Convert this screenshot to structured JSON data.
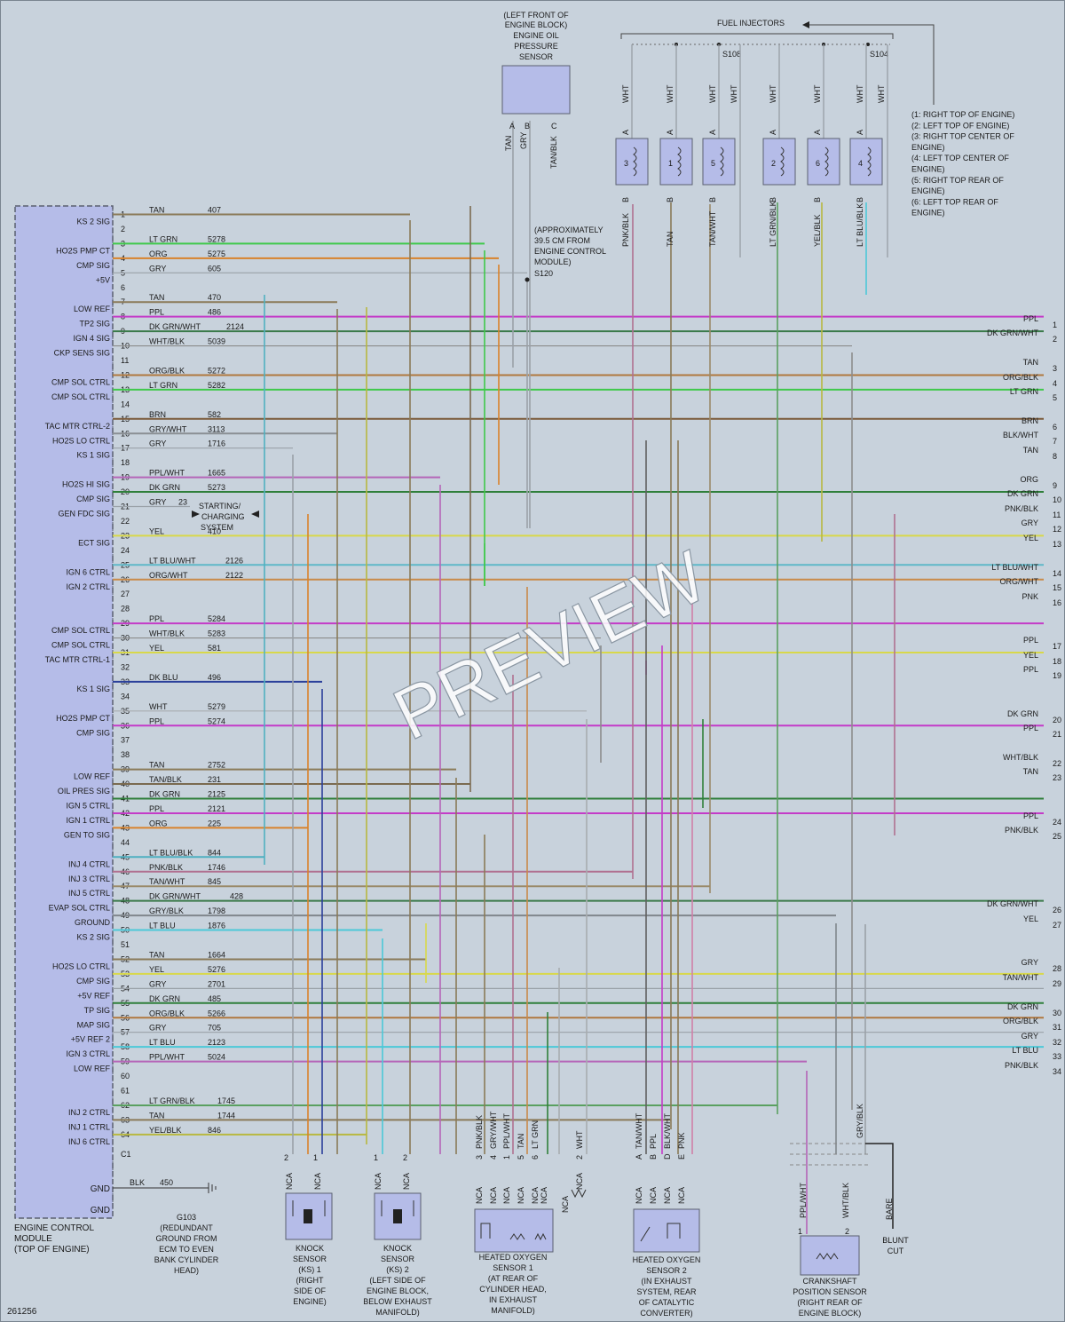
{
  "diagram_id": "261256",
  "watermark": "PREVIEW",
  "ecm": {
    "label_lines": [
      "ENGINE CONTROL",
      "MODULE",
      "(TOP OF ENGINE)"
    ],
    "pin_labels": [
      {
        "pin": 1,
        "label": "KS 2 SIG"
      },
      {
        "pin": 3,
        "label": "HO2S PMP CT"
      },
      {
        "pin": 4,
        "label": "CMP SIG"
      },
      {
        "pin": 5,
        "label": "+5V"
      },
      {
        "pin": 7,
        "label": "LOW REF"
      },
      {
        "pin": 8,
        "label": "TP2 SIG"
      },
      {
        "pin": 9,
        "label": "IGN 4 SIG"
      },
      {
        "pin": 10,
        "label": "CKP SENS SIG"
      },
      {
        "pin": 12,
        "label": "CMP SOL CTRL"
      },
      {
        "pin": 13,
        "label": "CMP SOL CTRL"
      },
      {
        "pin": 15,
        "label": "TAC MTR CTRL-2"
      },
      {
        "pin": 16,
        "label": "HO2S LO CTRL"
      },
      {
        "pin": 17,
        "label": "KS 1 SIG"
      },
      {
        "pin": 19,
        "label": "HO2S HI SIG"
      },
      {
        "pin": 20,
        "label": "CMP SIG"
      },
      {
        "pin": 21,
        "label": "GEN FDC SIG"
      },
      {
        "pin": 23,
        "label": "ECT SIG"
      },
      {
        "pin": 25,
        "label": "IGN 6 CTRL"
      },
      {
        "pin": 26,
        "label": "IGN 2 CTRL"
      },
      {
        "pin": 29,
        "label": "CMP SOL CTRL"
      },
      {
        "pin": 30,
        "label": "CMP SOL CTRL"
      },
      {
        "pin": 31,
        "label": "TAC MTR CTRL-1"
      },
      {
        "pin": 33,
        "label": "KS 1 SIG"
      },
      {
        "pin": 35,
        "label": "HO2S PMP CT"
      },
      {
        "pin": 36,
        "label": "CMP SIG"
      },
      {
        "pin": 39,
        "label": "LOW REF"
      },
      {
        "pin": 40,
        "label": "OIL PRES SIG"
      },
      {
        "pin": 41,
        "label": "IGN 5 CTRL"
      },
      {
        "pin": 42,
        "label": "IGN 1 CTRL"
      },
      {
        "pin": 43,
        "label": "GEN TO SIG"
      },
      {
        "pin": 45,
        "label": "INJ 4 CTRL"
      },
      {
        "pin": 46,
        "label": "INJ 3 CTRL"
      },
      {
        "pin": 47,
        "label": "INJ 5 CTRL"
      },
      {
        "pin": 48,
        "label": "EVAP SOL CTRL"
      },
      {
        "pin": 49,
        "label": "GROUND"
      },
      {
        "pin": 50,
        "label": "KS 2 SIG"
      },
      {
        "pin": 52,
        "label": "HO2S LO CTRL"
      },
      {
        "pin": 53,
        "label": "CMP SIG"
      },
      {
        "pin": 54,
        "label": "+5V REF"
      },
      {
        "pin": 55,
        "label": "TP SIG"
      },
      {
        "pin": 56,
        "label": "MAP SIG"
      },
      {
        "pin": 57,
        "label": "+5V REF 2"
      },
      {
        "pin": 58,
        "label": "IGN 3 CTRL"
      },
      {
        "pin": 59,
        "label": "LOW REF"
      },
      {
        "pin": 62,
        "label": "INJ 2 CTRL"
      },
      {
        "pin": 63,
        "label": "INJ 1 CTRL"
      },
      {
        "pin": 64,
        "label": "INJ 6 CTRL"
      }
    ],
    "connector_label": "C1",
    "gnd_labels": [
      "GND",
      "GND"
    ]
  },
  "wires": [
    {
      "pin": 1,
      "color": "TAN",
      "circuit": "407",
      "hex": "#8a7a58"
    },
    {
      "pin": 2,
      "color": "",
      "circuit": "",
      "hex": ""
    },
    {
      "pin": 3,
      "color": "LT GRN",
      "circuit": "5278",
      "hex": "#3fc94a"
    },
    {
      "pin": 4,
      "color": "ORG",
      "circuit": "5275",
      "hex": "#d9822b"
    },
    {
      "pin": 5,
      "color": "GRY",
      "circuit": "605",
      "hex": "#9aa1a8"
    },
    {
      "pin": 6,
      "color": "",
      "circuit": "",
      "hex": ""
    },
    {
      "pin": 7,
      "color": "TAN",
      "circuit": "470",
      "hex": "#8a7a58"
    },
    {
      "pin": 8,
      "color": "PPL",
      "circuit": "486",
      "hex": "#c43bc8"
    },
    {
      "pin": 9,
      "color": "DK GRN/WHT",
      "circuit": "2124",
      "hex": "#3a7a4a"
    },
    {
      "pin": 10,
      "color": "WHT/BLK",
      "circuit": "5039",
      "hex": "#8c8c8c"
    },
    {
      "pin": 11,
      "color": "",
      "circuit": "",
      "hex": ""
    },
    {
      "pin": 12,
      "color": "ORG/BLK",
      "circuit": "5272",
      "hex": "#b0783e"
    },
    {
      "pin": 13,
      "color": "LT GRN",
      "circuit": "5282",
      "hex": "#3fc94a"
    },
    {
      "pin": 14,
      "color": "",
      "circuit": "",
      "hex": ""
    },
    {
      "pin": 15,
      "color": "BRN",
      "circuit": "582",
      "hex": "#7a5a3a"
    },
    {
      "pin": 16,
      "color": "GRY/WHT",
      "circuit": "3113",
      "hex": "#8a8f94"
    },
    {
      "pin": 17,
      "color": "GRY",
      "circuit": "1716",
      "hex": "#9aa1a8"
    },
    {
      "pin": 18,
      "color": "",
      "circuit": "",
      "hex": ""
    },
    {
      "pin": 19,
      "color": "PPL/WHT",
      "circuit": "1665",
      "hex": "#b565b8"
    },
    {
      "pin": 20,
      "color": "DK GRN",
      "circuit": "5273",
      "hex": "#2f7f3a"
    },
    {
      "pin": 21,
      "color": "GRY",
      "circuit": "23",
      "hex": "#9aa1a8"
    },
    {
      "pin": 22,
      "color": "",
      "circuit": "",
      "hex": ""
    },
    {
      "pin": 23,
      "color": "YEL",
      "circuit": "410",
      "hex": "#d8d84a"
    },
    {
      "pin": 24,
      "color": "",
      "circuit": "",
      "hex": ""
    },
    {
      "pin": 25,
      "color": "LT BLU/WHT",
      "circuit": "2126",
      "hex": "#5fb8c8"
    },
    {
      "pin": 26,
      "color": "ORG/WHT",
      "circuit": "2122",
      "hex": "#c98a4a"
    },
    {
      "pin": 27,
      "color": "",
      "circuit": "",
      "hex": ""
    },
    {
      "pin": 28,
      "color": "",
      "circuit": "",
      "hex": ""
    },
    {
      "pin": 29,
      "color": "PPL",
      "circuit": "5284",
      "hex": "#c43bc8"
    },
    {
      "pin": 30,
      "color": "WHT/BLK",
      "circuit": "5283",
      "hex": "#8c8c8c"
    },
    {
      "pin": 31,
      "color": "YEL",
      "circuit": "581",
      "hex": "#d8d84a"
    },
    {
      "pin": 32,
      "color": "",
      "circuit": "",
      "hex": ""
    },
    {
      "pin": 33,
      "color": "DK BLU",
      "circuit": "496",
      "hex": "#2a3f9a"
    },
    {
      "pin": 34,
      "color": "",
      "circuit": "",
      "hex": ""
    },
    {
      "pin": 35,
      "color": "WHT",
      "circuit": "5279",
      "hex": "#a8acb0"
    },
    {
      "pin": 36,
      "color": "PPL",
      "circuit": "5274",
      "hex": "#c43bc8"
    },
    {
      "pin": 37,
      "color": "",
      "circuit": "",
      "hex": ""
    },
    {
      "pin": 38,
      "color": "",
      "circuit": "",
      "hex": ""
    },
    {
      "pin": 39,
      "color": "TAN",
      "circuit": "2752",
      "hex": "#8a7a58"
    },
    {
      "pin": 40,
      "color": "TAN/BLK",
      "circuit": "231",
      "hex": "#7a6a50"
    },
    {
      "pin": 41,
      "color": "DK GRN",
      "circuit": "2125",
      "hex": "#2f7f3a"
    },
    {
      "pin": 42,
      "color": "PPL",
      "circuit": "2121",
      "hex": "#c43bc8"
    },
    {
      "pin": 43,
      "color": "ORG",
      "circuit": "225",
      "hex": "#d9822b"
    },
    {
      "pin": 44,
      "color": "",
      "circuit": "",
      "hex": ""
    },
    {
      "pin": 45,
      "color": "LT BLU/BLK",
      "circuit": "844",
      "hex": "#4fb0c0"
    },
    {
      "pin": 46,
      "color": "PNK/BLK",
      "circuit": "1746",
      "hex": "#b07090"
    },
    {
      "pin": 47,
      "color": "TAN/WHT",
      "circuit": "845",
      "hex": "#9a8a6a"
    },
    {
      "pin": 48,
      "color": "DK GRN/WHT",
      "circuit": "428",
      "hex": "#3a7a4a"
    },
    {
      "pin": 49,
      "color": "GRY/BLK",
      "circuit": "1798",
      "hex": "#80868c"
    },
    {
      "pin": 50,
      "color": "LT BLU",
      "circuit": "1876",
      "hex": "#4cc8d8"
    },
    {
      "pin": 51,
      "color": "",
      "circuit": "",
      "hex": ""
    },
    {
      "pin": 52,
      "color": "TAN",
      "circuit": "1664",
      "hex": "#8a7a58"
    },
    {
      "pin": 53,
      "color": "YEL",
      "circuit": "5276",
      "hex": "#d8d84a"
    },
    {
      "pin": 54,
      "color": "GRY",
      "circuit": "2701",
      "hex": "#9aa1a8"
    },
    {
      "pin": 55,
      "color": "DK GRN",
      "circuit": "485",
      "hex": "#2f7f3a"
    },
    {
      "pin": 56,
      "color": "ORG/BLK",
      "circuit": "5266",
      "hex": "#b0783e"
    },
    {
      "pin": 57,
      "color": "GRY",
      "circuit": "705",
      "hex": "#9aa1a8"
    },
    {
      "pin": 58,
      "color": "LT BLU",
      "circuit": "2123",
      "hex": "#4cc8d8"
    },
    {
      "pin": 59,
      "color": "PPL/WHT",
      "circuit": "5024",
      "hex": "#b565b8"
    },
    {
      "pin": 60,
      "color": "",
      "circuit": "",
      "hex": ""
    },
    {
      "pin": 61,
      "color": "",
      "circuit": "",
      "hex": ""
    },
    {
      "pin": 62,
      "color": "LT GRN/BLK",
      "circuit": "1745",
      "hex": "#5aa060"
    },
    {
      "pin": 63,
      "color": "TAN",
      "circuit": "1744",
      "hex": "#8a7a58"
    },
    {
      "pin": 64,
      "color": "YEL/BLK",
      "circuit": "846",
      "hex": "#b8b840"
    }
  ],
  "starting_charging": [
    "STARTING/",
    "CHARGING",
    "SYSTEM"
  ],
  "right_outputs": [
    {
      "num": "1",
      "label": "PPL",
      "hex": "#c43bc8"
    },
    {
      "num": "2",
      "label": "DK GRN/WHT",
      "hex": "#3a7a4a"
    },
    {
      "num": "3",
      "label": "TAN",
      "hex": "#8a7a58"
    },
    {
      "num": "4",
      "label": "ORG/BLK",
      "hex": "#b0783e"
    },
    {
      "num": "5",
      "label": "LT GRN",
      "hex": "#3fc94a"
    },
    {
      "num": "6",
      "label": "BRN",
      "hex": "#7a5a3a"
    },
    {
      "num": "7",
      "label": "BLK/WHT",
      "hex": "#606060"
    },
    {
      "num": "8",
      "label": "TAN",
      "hex": "#8a7a58"
    },
    {
      "num": "9",
      "label": "ORG",
      "hex": "#d9822b"
    },
    {
      "num": "10",
      "label": "DK GRN",
      "hex": "#2f7f3a"
    },
    {
      "num": "11",
      "label": "PNK/BLK",
      "hex": "#b07090"
    },
    {
      "num": "12",
      "label": "GRY",
      "hex": "#9aa1a8"
    },
    {
      "num": "13",
      "label": "YEL",
      "hex": "#d8d84a"
    },
    {
      "num": "14",
      "label": "LT BLU/WHT",
      "hex": "#5fb8c8"
    },
    {
      "num": "15",
      "label": "ORG/WHT",
      "hex": "#c98a4a"
    },
    {
      "num": "16",
      "label": "PNK",
      "hex": "#d080a8"
    },
    {
      "num": "17",
      "label": "PPL",
      "hex": "#c43bc8"
    },
    {
      "num": "18",
      "label": "YEL",
      "hex": "#d8d84a"
    },
    {
      "num": "19",
      "label": "PPL",
      "hex": "#c43bc8"
    },
    {
      "num": "20",
      "label": "DK GRN",
      "hex": "#2f7f3a"
    },
    {
      "num": "21",
      "label": "PPL",
      "hex": "#c43bc8"
    },
    {
      "num": "22",
      "label": "WHT/BLK",
      "hex": "#8c8c8c"
    },
    {
      "num": "23",
      "label": "TAN",
      "hex": "#8a7a58"
    },
    {
      "num": "24",
      "label": "PPL",
      "hex": "#c43bc8"
    },
    {
      "num": "25",
      "label": "PNK/BLK",
      "hex": "#b07090"
    },
    {
      "num": "26",
      "label": "DK GRN/WHT",
      "hex": "#3a7a4a"
    },
    {
      "num": "27",
      "label": "YEL",
      "hex": "#d8d84a"
    },
    {
      "num": "28",
      "label": "GRY",
      "hex": "#9aa1a8"
    },
    {
      "num": "29",
      "label": "TAN/WHT",
      "hex": "#9a8a6a"
    },
    {
      "num": "30",
      "label": "DK GRN",
      "hex": "#2f7f3a"
    },
    {
      "num": "31",
      "label": "ORG/BLK",
      "hex": "#b0783e"
    },
    {
      "num": "32",
      "label": "GRY",
      "hex": "#9aa1a8"
    },
    {
      "num": "33",
      "label": "LT BLU",
      "hex": "#4cc8d8"
    },
    {
      "num": "34",
      "label": "PNK/BLK",
      "hex": "#b07090"
    }
  ],
  "oil_sensor": {
    "label_lines": [
      "(LEFT FRONT OF",
      "ENGINE BLOCK)",
      "ENGINE OIL",
      "PRESSURE",
      "SENSOR"
    ],
    "pins": [
      {
        "letter": "A",
        "wire": "TAN"
      },
      {
        "letter": "B",
        "wire": "GRY"
      },
      {
        "letter": "C",
        "wire": "TAN/BLK"
      }
    ]
  },
  "s120": {
    "note": [
      "(APPROXIMATELY",
      "39.5 CM FROM",
      "ENGINE CONTROL",
      "MODULE)"
    ],
    "label": "S120"
  },
  "fuel_injectors": {
    "title": "FUEL INJECTORS",
    "splices": [
      "S108",
      "S104"
    ],
    "top_wire": "WHT",
    "injectors": [
      {
        "num": "3",
        "bottom_wire": "PNK/BLK"
      },
      {
        "num": "1",
        "bottom_wire": "TAN"
      },
      {
        "num": "5",
        "bottom_wire": "TAN/WHT"
      },
      {
        "num": "2",
        "bottom_wire": "LT GRN/BLK"
      },
      {
        "num": "6",
        "bottom_wire": "YEL/BLK"
      },
      {
        "num": "4",
        "bottom_wire": "LT BLU/BLK"
      }
    ],
    "pin_a": "A",
    "pin_b": "B",
    "location_notes": [
      "(1: RIGHT TOP OF ENGINE)",
      "(2: LEFT TOP OF ENGINE)",
      "(3: RIGHT TOP CENTER OF",
      "ENGINE)",
      "(4: LEFT TOP CENTER OF",
      "ENGINE)",
      "(5: RIGHT TOP REAR OF",
      "ENGINE)",
      "(6: LEFT TOP REAR OF",
      "ENGINE)"
    ]
  },
  "ground": {
    "wire": "BLK",
    "circuit": "450",
    "label_lines": [
      "G103",
      "(REDUNDANT",
      "GROUND FROM",
      "ECM TO EVEN",
      "BANK CYLINDER",
      "HEAD)"
    ]
  },
  "ks1": {
    "label_lines": [
      "KNOCK",
      "SENSOR",
      "(KS) 1",
      "(RIGHT",
      "SIDE OF",
      "ENGINE)"
    ],
    "pins": [
      "2",
      "1"
    ],
    "nca": "NCA"
  },
  "ks2": {
    "label_lines": [
      "KNOCK",
      "SENSOR",
      "(KS) 2",
      "(LEFT SIDE OF",
      "ENGINE BLOCK,",
      "BELOW EXHAUST",
      "MANIFOLD)"
    ],
    "pins": [
      "1",
      "2"
    ],
    "nca": "NCA"
  },
  "ho2s1": {
    "label_lines": [
      "HEATED OXYGEN",
      "SENSOR 1",
      "(AT REAR OF",
      "CYLINDER HEAD,",
      "IN EXHAUST",
      "MANIFOLD)"
    ],
    "wires": [
      "PNK/BLK",
      "GRY/WHT",
      "PPL/WHT",
      "TAN",
      "LT GRN",
      "WHT"
    ],
    "pins": [
      "3",
      "4",
      "1",
      "5",
      "6",
      "2"
    ],
    "nca": "NCA"
  },
  "ho2s2": {
    "label_lines": [
      "HEATED OXYGEN",
      "SENSOR 2",
      "(IN EXHAUST",
      "SYSTEM, REAR",
      "OF CATALYTIC",
      "CONVERTER)"
    ],
    "wires": [
      "TAN/WHT",
      "PPL",
      "BLK/WHT",
      "PNK"
    ],
    "pins": [
      "A",
      "B",
      "D",
      "E"
    ],
    "nca": "NCA"
  },
  "ckp": {
    "label_lines": [
      "CRANKSHAFT",
      "POSITION SENSOR",
      "(RIGHT REAR OF",
      "ENGINE BLOCK)"
    ],
    "wires": [
      "PPL/WHT",
      "WHT/BLK",
      "GRY/BLK"
    ],
    "pins": [
      "1",
      "2"
    ],
    "bare": "BARE",
    "blunt": [
      "BLUNT",
      "CUT"
    ]
  }
}
